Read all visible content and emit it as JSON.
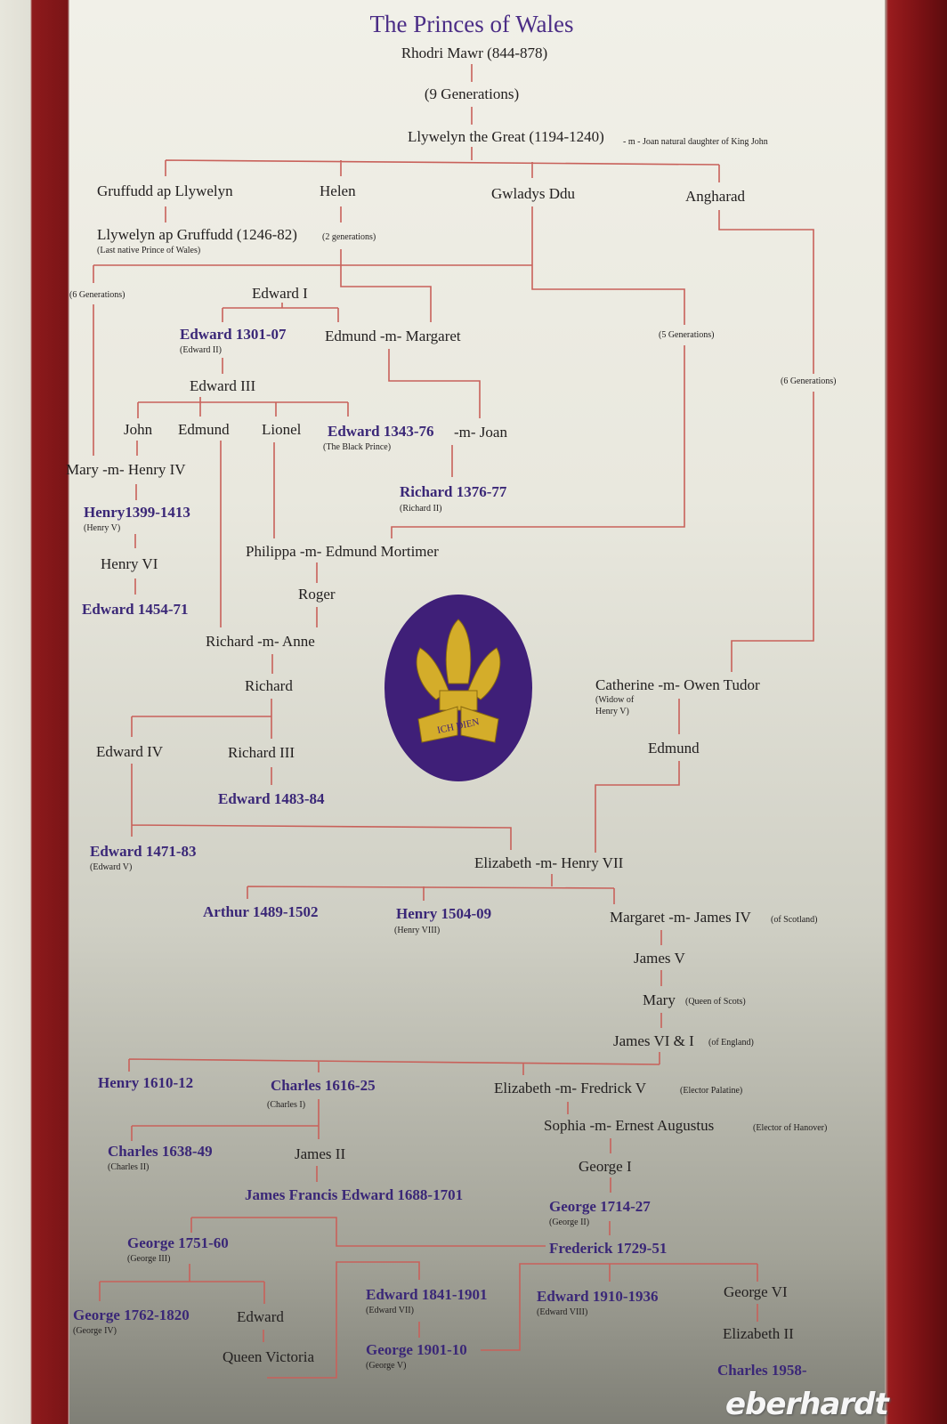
{
  "title": "The Princes of Wales",
  "nodes": {
    "rhodri": "Rhodri Mawr (844-878)",
    "gen9": "(9 Generations)",
    "llywelyn_great": "Llywelyn the Great (1194-1240)",
    "joan": "- m - Joan natural daughter of King John",
    "gruffudd": "Gruffudd ap Llywelyn",
    "helen": "Helen",
    "gwladys": "Gwladys Ddu",
    "angharad": "Angharad",
    "llywelyn_ap": "Llywelyn ap Gruffudd (1246-82)",
    "gen2": "(2 generations)",
    "last_native": "(Last native Prince of Wales)",
    "gen6a": "(6 Generations)",
    "edward1": "Edward I",
    "edward1301": "Edward 1301-07",
    "edward2": "(Edward II)",
    "edmund_margaret": "Edmund -m- Margaret",
    "gen5": "(5 Generations)",
    "gen6b": "(6 Generations)",
    "edward3": "Edward III",
    "john": "John",
    "edmund1": "Edmund",
    "lionel": "Lionel",
    "edward1343": "Edward 1343-76",
    "m_joan": "-m- Joan",
    "black_prince": "(The Black Prince)",
    "mary_henry4": "Mary -m- Henry IV",
    "richard1376": "Richard 1376-77",
    "richard2": "(Richard II)",
    "henry1399": "Henry1399-1413",
    "henry5": "(Henry V)",
    "philippa": "Philippa -m- Edmund Mortimer",
    "henry6": "Henry VI",
    "roger": "Roger",
    "edward1454": "Edward 1454-71",
    "richard_anne": "Richard -m- Anne",
    "catherine": "Catherine -m- Owen Tudor",
    "widow1": "(Widow of",
    "widow2": "Henry V)",
    "richard": "Richard",
    "edmund2": "Edmund",
    "edward4": "Edward IV",
    "richard3": "Richard III",
    "edward1483": "Edward 1483-84",
    "edward1471": "Edward 1471-83",
    "edward5": "(Edward V)",
    "elizabeth_henry7": "Elizabeth -m- Henry VII",
    "arthur": "Arthur 1489-1502",
    "henry1504": "Henry 1504-09",
    "henry8": "(Henry VIII)",
    "margaret_james4": "Margaret -m- James IV",
    "of_scotland": "(of Scotland)",
    "james5": "James V",
    "mary": "Mary",
    "queen_scots": "(Queen of Scots)",
    "james6": "James VI & I",
    "of_england": "(of England)",
    "henry1610": "Henry 1610-12",
    "charles1616": "Charles 1616-25",
    "charles1": "(Charles I)",
    "elizabeth_fredrick": "Elizabeth -m- Fredrick V",
    "elector_palatine": "(Elector Palatine)",
    "sophia": "Sophia -m- Ernest Augustus",
    "elector_hanover": "(Elector of Hanover)",
    "charles1638": "Charles 1638-49",
    "charles2": "(Charles II)",
    "james2": "James II",
    "george1": "George I",
    "james_francis": "James Francis Edward 1688-1701",
    "george1714": "George 1714-27",
    "george2": "(George II)",
    "george1751": "George 1751-60",
    "george3": "(George III)",
    "frederick": "Frederick 1729-51",
    "edward1841": "Edward 1841-1901",
    "edward7": "(Edward VII)",
    "edward1910": "Edward 1910-1936",
    "edward8": "(Edward VIII)",
    "george6": "George VI",
    "george1762": "George 1762-1820",
    "george4": "(George IV)",
    "edward_v": "Edward",
    "elizabeth2": "Elizabeth II",
    "victoria": "Queen Victoria",
    "george1901": "George 1901-10",
    "george5": "(George V)",
    "charles1958": "Charles 1958-"
  },
  "emblem": {
    "motto": "ICH DIEN"
  },
  "watermark": "eberhardt",
  "colors": {
    "line": "#c8615a",
    "purple": "#3a2777",
    "border": "#8e1a1c",
    "emblem": "#3f1f78",
    "gold": "#d4ad2a"
  }
}
